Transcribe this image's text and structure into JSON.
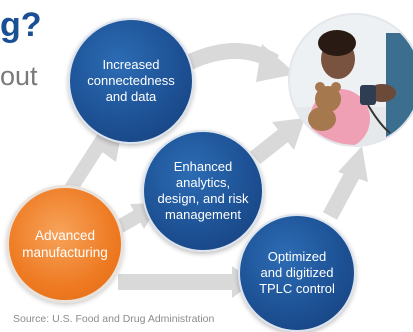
{
  "slide": {
    "title": "g?",
    "subtitle": "out",
    "source": "Source: U.S. Food and Drug Administration"
  },
  "nodes": {
    "connectedness": "Increased\nconnectedness\nand data",
    "analytics": "Enhanced\nanalytics,\ndesign, and risk\nmanagement",
    "tplc": "Optimized\nand digitized\nTPLC control",
    "manufacturing": "Advanced\nmanufacturing"
  },
  "colors": {
    "blue": "#1c4f92",
    "orange": "#ee7a22",
    "arrow": "#d9d9d9",
    "title": "#1b4f93"
  }
}
